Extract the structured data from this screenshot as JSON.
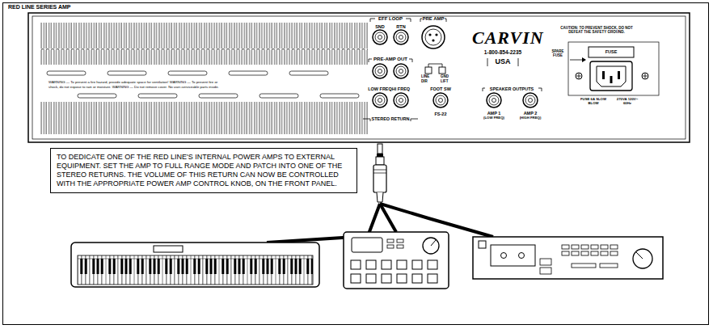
{
  "diagram": {
    "nodes": [
      {
        "text": [
          "RED LINE SERIES AMP"
        ]
      },
      {
        "text": [
          "TO DEDICATE ONE OF THE RED LINE'S INTERNAL POWER AMPS TO EXTERNAL EQUIPMENT. SET THE AMP TO FULL RANGE MODE AND PATCH INTO ONE OF THE STEREO RETURNS. THE VOLUME OF THIS RETURN CAN NOW BE CONTROLLED WITH THE APPROPRIATE POWER AMP CONTROL KNOB, ON THE FRONT PANEL."
        ],
        "in": 0
      }
    ],
    "labels": [
      "WARNING — To prevent a fire hazard, provide adequate space for ventilation!   WARNING — To prevent fire or",
      "shock, do not expose to rain or moisture.   WARNING — Do not remove cover.   No user-serviceable parts inside.",
      "EFF LOOP",
      "SND",
      "RTN",
      "PRE AMP",
      "PRE-AMP OUT",
      "LINE",
      "DIR",
      "GND",
      "LIFT",
      "LOW FREQ",
      "HI FREQ",
      "FOOT SW",
      "STEREO RETURN",
      "FS-22",
      "CARVIN",
      "1-800-854-2235",
      "USA",
      "SPEAKER OUTPUTS",
      "AMP 1",
      "(LOW FREQ)",
      "AMP 2",
      "(HIGH FREQ)",
      "CAUTION: TO PREVENT SHOCK, DO NOT DEFEAT THE SAFETY GROUND.",
      "SPARE FUSE",
      "FUSE",
      "FUSE 6A SLOW BLOW",
      "270VA 120V~ 60Hz"
    ]
  }
}
